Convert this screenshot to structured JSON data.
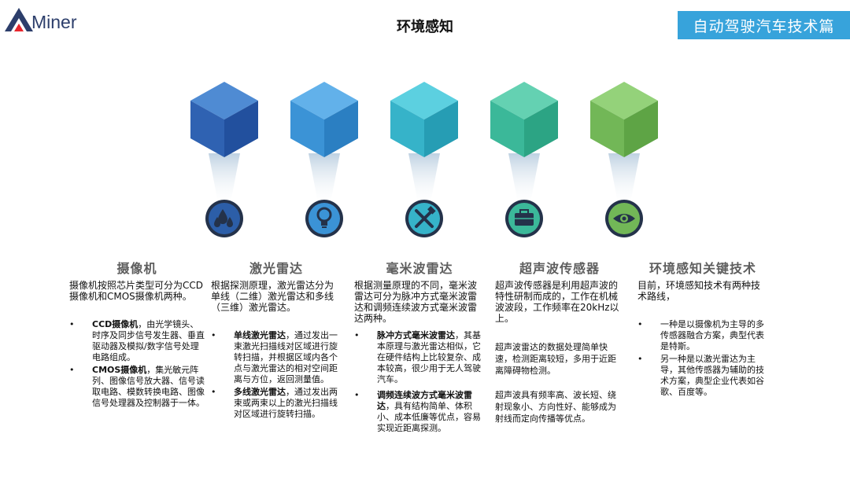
{
  "header": {
    "logo_text": "Miner",
    "title": "环境感知",
    "badge": "自动驾驶汽车技术篇"
  },
  "icons": [
    {
      "name": "water-drops-icon",
      "color": "#2f64b5"
    },
    {
      "name": "lightbulb-icon",
      "color": "#3b93d6"
    },
    {
      "name": "hammer-wrench-icon",
      "color": "#36b3c9"
    },
    {
      "name": "toolbox-icon",
      "color": "#3bb899"
    },
    {
      "name": "eye-icon",
      "color": "#72b757"
    }
  ],
  "columns": [
    {
      "title": "摄像机",
      "intro": "摄像机按照芯片类型可分为CCD摄像机和CMOS摄像机两种。",
      "bullets": [
        {
          "head": "CCD摄像机",
          "text": "，由光学镜头、时序及同步信号发生器、垂直驱动器及模拟/数字信号处理电路组成。"
        },
        {
          "head": "CMOS摄像机",
          "text": "，集光敏元阵列、图像信号放大器、信号读取电路、模数转换电路、图像信号处理器及控制器于一体。"
        }
      ]
    },
    {
      "title": "激光雷达",
      "intro": "根据探测原理，激光雷达分为单线（二维）激光雷达和多线（三维）激光雷达。",
      "bullets": [
        {
          "head": "单线激光雷达",
          "text": "，通过发出一束激光扫描线对区域进行旋转扫描，并根据区域内各个点与激光雷达的相对空间距离与方位，返回测量值。"
        },
        {
          "head": "多线激光雷达",
          "text": "，通过发出两束或两束以上的激光扫描线对区域进行旋转扫描。"
        }
      ]
    },
    {
      "title": "毫米波雷达",
      "intro": "根据测量原理的不同，毫米波雷达可分为脉冲方式毫米波雷达和调频连续波方式毫米波雷达两种。",
      "bullets": [
        {
          "head": "脉冲方式毫米波雷达",
          "text": "，其基本原理与激光雷达相似，它在硬件结构上比较复杂、成本较高，很少用于无人驾驶汽车。"
        },
        {
          "head": "调频连续波方式毫米波雷达",
          "text": "，具有结构简单、体积小、成本低廉等优点，容易实现近距离探测。"
        }
      ]
    },
    {
      "title": "超声波传感器",
      "intro": "超声波传感器是利用超声波的特性研制而成的，工作在机械波波段，工作频率在20kHz以上。",
      "paras": [
        "超声波雷达的数据处理简单快速，检测距离较短，多用于近距离障碍物检测。",
        "超声波具有频率高、波长短、绕射现象小、方向性好、能够成为射线而定向传播等优点。"
      ]
    },
    {
      "title": "环境感知关键技术",
      "intro": "目前，环境感知技术有两种技术路线，",
      "bullets": [
        {
          "head": "",
          "text": "一种是以摄像机为主导的多传感器融合方案，典型代表是特斯。"
        },
        {
          "head": "",
          "text": "另一种是以激光雷达为主导，其他传感器为辅助的技术方案，典型企业代表如谷歌、百度等。"
        }
      ]
    }
  ]
}
